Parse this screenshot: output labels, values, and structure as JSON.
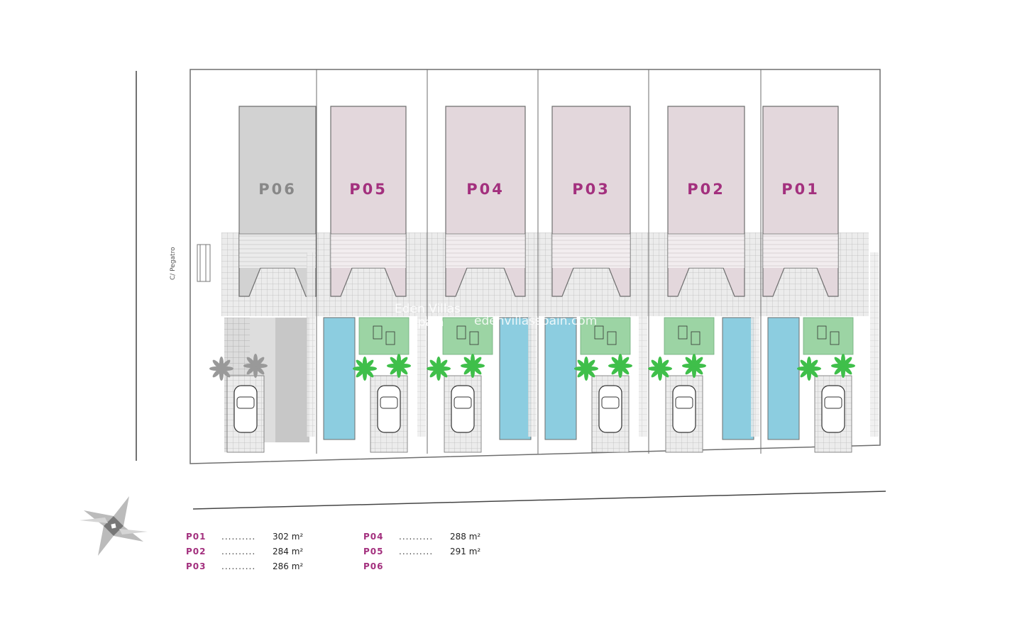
{
  "street_label": "C/ Pegatro",
  "watermark": {
    "brand_line1": "Eden Villas",
    "brand_line2": "Spain",
    "url": "edenvillasspain.com"
  },
  "plots": [
    {
      "code": "P06",
      "sold": true
    },
    {
      "code": "P05",
      "sold": false
    },
    {
      "code": "P04",
      "sold": false
    },
    {
      "code": "P03",
      "sold": false
    },
    {
      "code": "P02",
      "sold": false
    },
    {
      "code": "P01",
      "sold": false
    }
  ],
  "legend": [
    {
      "code": "P01",
      "dots": "..........",
      "area": "302 m²"
    },
    {
      "code": "P02",
      "dots": "..........",
      "area": "284 m²"
    },
    {
      "code": "P03",
      "dots": "..........",
      "area": "286 m²"
    },
    {
      "code": "P04",
      "dots": "..........",
      "area": "288 m²"
    },
    {
      "code": "P05",
      "dots": "..........",
      "area": "291 m²"
    },
    {
      "code": "P06",
      "dots": "",
      "area": ""
    }
  ],
  "colors": {
    "house_available": "#e3d7dc",
    "house_sold": "#d2d2d2",
    "pool": "#8ccde0",
    "garden": "#9cd4a4",
    "palm": "#3fbf4a",
    "label_available": "#a3307e",
    "label_sold": "#888888",
    "outline": "#6e6e6e"
  }
}
